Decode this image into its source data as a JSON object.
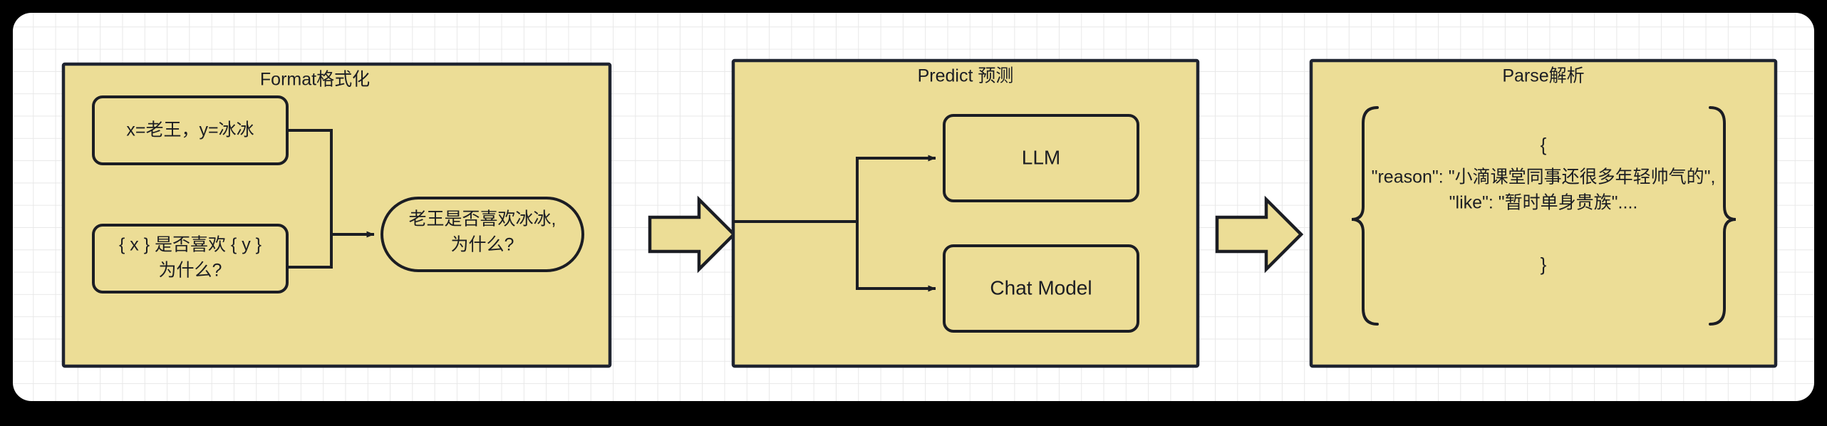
{
  "canvas": {
    "background": "#000000",
    "paper_background": "#ffffff",
    "grid_color": "#e8e8e8"
  },
  "theme": {
    "panel_fill": "#ecdd96",
    "panel_stroke": "#1f2430",
    "node_fill": "#ecdd96",
    "node_stroke": "#1b1d23",
    "arrow_fill": "#ecdd96",
    "arrow_stroke": "#1b1d23",
    "text_color": "#1b1d23"
  },
  "panels": [
    {
      "id": "format",
      "title": "Format格式化",
      "nodes": [
        {
          "id": "vars",
          "label": "x=老王，y=冰冰",
          "shape": "rounded-rect"
        },
        {
          "id": "template",
          "label_lines": [
            "{ x } 是否喜欢 { y }",
            "为什么?"
          ],
          "shape": "rounded-rect"
        },
        {
          "id": "rendered",
          "label_lines": [
            "老王是否喜欢冰冰,",
            "为什么?"
          ],
          "shape": "stadium"
        }
      ]
    },
    {
      "id": "predict",
      "title": "Predict 预测",
      "nodes": [
        {
          "id": "llm",
          "label": "LLM",
          "shape": "rounded-rect"
        },
        {
          "id": "chat-model",
          "label": "Chat Model",
          "shape": "rounded-rect"
        }
      ]
    },
    {
      "id": "parse",
      "title": "Parse解析",
      "json_lines": [
        "{",
        "\"reason\": \"小滴课堂同事还很多年轻帅气的\",",
        "\"like\": \"暂时单身贵族\"....",
        "}"
      ]
    }
  ],
  "flow_arrows": [
    {
      "id": "format-to-predict",
      "direction": "right"
    },
    {
      "id": "predict-to-parse",
      "direction": "right"
    }
  ]
}
